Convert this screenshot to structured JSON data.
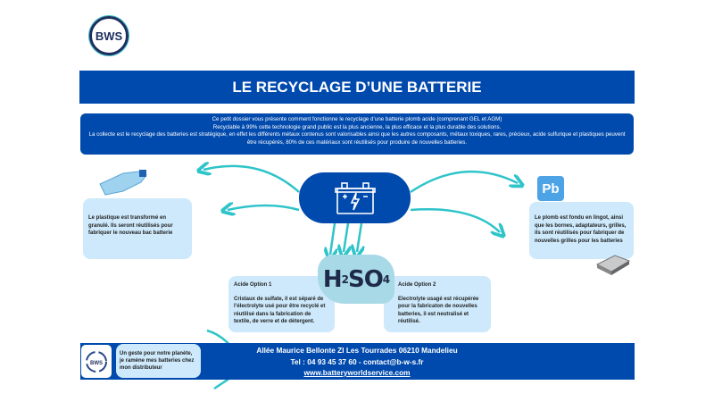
{
  "logo": {
    "text": "BWS"
  },
  "header": {
    "title": "LE RECYCLAGE D’UNE BATTERIE"
  },
  "intro": {
    "lines": [
      "Ce petit dossier vous présente comment fonctionne le recyclage d’une batterie plomb acide (comprenant GEL et AGM)",
      "Recyclable à 99% cette technologie grand public est la plus ancienne, la plus efficace et la plus durable des solutions.",
      "La collecte est le recyclage des batteries est stratégique, en effet les différents métaux contenus sont valorisables ainsi que les autres composants, métaux toxiques, rares, précieux, acide sulfurique et plastiques peuvent être récupérés, 80% de ces matériaux sont réutilisés pour produire de nouvelles batteries."
    ]
  },
  "plastic": {
    "text": "Le plastique est transformé en granulé. Ils seront réutilisés pour fabriquer le nouveau bac batterie"
  },
  "lead": {
    "badge": "Pb",
    "text": "Le plomb est fondu en lingot, ainsi que les bornes, adaptateurs, grilles, ils sont réutilisés pour fabriquer de nouvelles grilles pour les batteries"
  },
  "acid": {
    "formula": {
      "h": "H",
      "n2": "2",
      "so": "SO",
      "n4": "4"
    },
    "option1": {
      "title": "Acide Option 1",
      "text": "Cristaux de sulfate, il est séparé de l’électrolyte usé pour être recyclé et réutilisé dans la fabrication de textile, de verre et de détergent."
    },
    "option2": {
      "title": "Acide Option 2",
      "text": "Electrolyte usagé est récupérée pour la fabricaton de nouvelles batteries, il est neutralisé et réutilisé."
    }
  },
  "footer": {
    "logo_text": "BWS",
    "note": "Un geste pour notre planète, je ramène mes batteries chez mon distributeur",
    "address": "Allée Maurice Bellonte ZI Les Tourrades 06210 Mandelieu",
    "contact": "Tel : 04 93 45 37 60 - contact@b-w-s.fr",
    "website": "www.batteryworldservice.com"
  },
  "colors": {
    "brand_blue": "#004aad",
    "light_blue": "#cde9fb",
    "teal_arrows": "#2ec4c9",
    "acid_blob": "#a8d9e6"
  },
  "icons": [
    "bws-logo",
    "battery-icon",
    "plastic-bottle-icon",
    "lead-ingot-icon",
    "recycle-logo-icon",
    "arrow-icon"
  ]
}
